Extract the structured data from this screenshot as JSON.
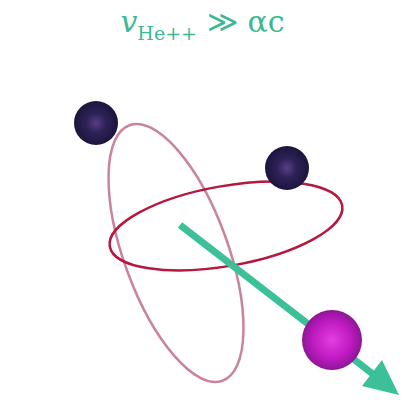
{
  "diagram": {
    "labels": [
      "v",
      "He++",
      "≫ αc"
    ]
  }
}
